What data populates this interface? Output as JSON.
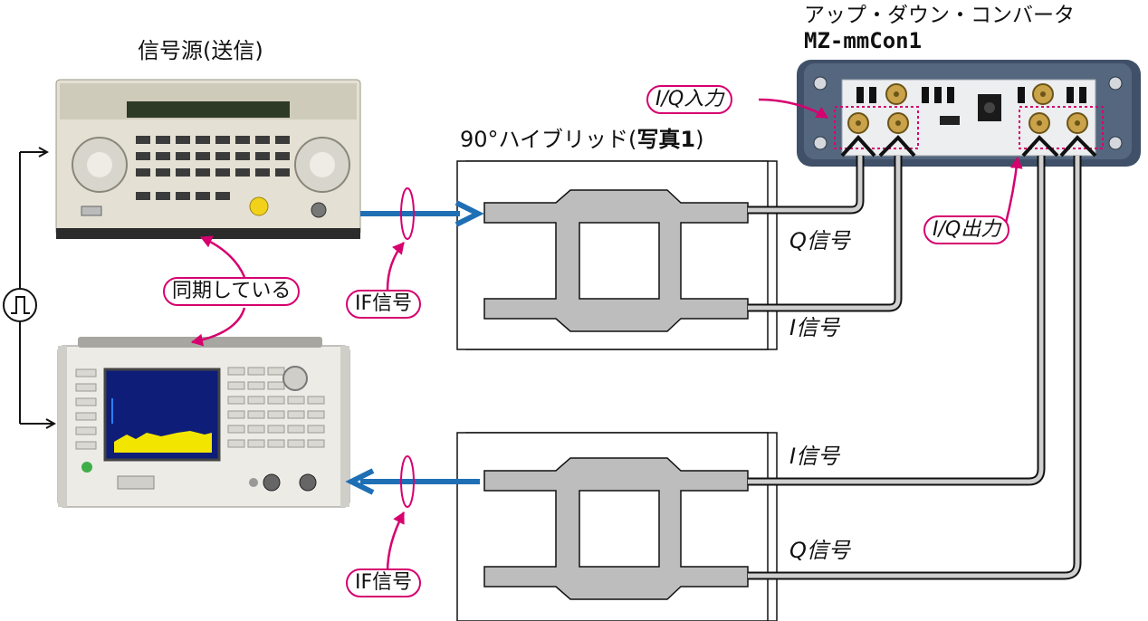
{
  "labels": {
    "signal_source": "信号源(送信)",
    "hybrid_title_prefix": "90°ハイブリッド(",
    "hybrid_title_bold": "写真1",
    "hybrid_title_suffix": ")",
    "converter_title": "アップ・ダウン・コンバータ",
    "converter_model": "MZ-mmCon1",
    "iq_input": "I/Q入力",
    "iq_output": "I/Q出力",
    "sync": "同期している",
    "if_signal_top": "IF信号",
    "if_signal_bottom": "IF信号",
    "q_signal_top": "Q信号",
    "i_signal_top": "I信号",
    "i_signal_bottom": "I信号",
    "q_signal_bottom": "Q信号"
  },
  "colors": {
    "accent_magenta": "#d6006f",
    "arrow_blue": "#1f6fb5",
    "cable_gray": "#bdbdbd",
    "hybrid_gray": "#bdbdbd",
    "converter_body": "#3f5068",
    "spectrum_trace": "#f2e600"
  },
  "icons": {
    "clock_symbol": "pulse-icon"
  }
}
